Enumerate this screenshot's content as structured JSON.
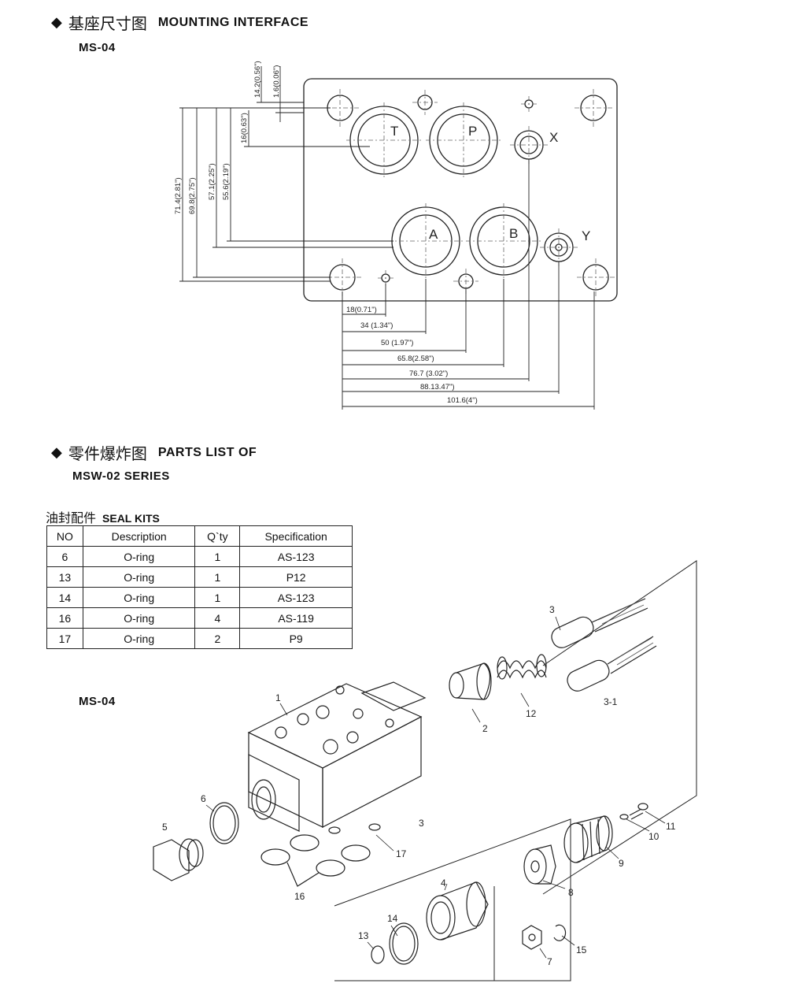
{
  "section1": {
    "diamond": "◆",
    "title_cn": "基座尺寸图",
    "title_en": "MOUNTING INTERFACE",
    "model": "MS-04"
  },
  "mounting": {
    "ports": {
      "T": "T",
      "P": "P",
      "A": "A",
      "B": "B",
      "X": "X",
      "Y": "Y"
    },
    "vertical_dims": [
      "14.2(0.56\")",
      "1.6(0.06\")",
      "16(0.63\")",
      "55.6(2.19\")",
      "57.1(2.25\")",
      "69.8(2.75\")",
      "71.4(2.81\")"
    ],
    "horizontal_dims": [
      "18(0.71\")",
      "34 (1.34\")",
      "50 (1.97\")",
      "65.8(2.58\")",
      "76.7 (3.02\")",
      "88.13.47\")",
      "101.6(4\")"
    ]
  },
  "section2": {
    "diamond": "◆",
    "title_cn": "零件爆炸图",
    "title_en": "PARTS LIST OF",
    "series": "MSW-02 SERIES"
  },
  "seal_kits": {
    "title_cn": "油封配件",
    "title_en": "SEAL KITS",
    "headers": [
      "NO",
      "Description",
      "Q`ty",
      "Specification"
    ],
    "rows": [
      [
        "6",
        "O-ring",
        "1",
        "AS-123"
      ],
      [
        "13",
        "O-ring",
        "1",
        "P12"
      ],
      [
        "14",
        "O-ring",
        "1",
        "AS-123"
      ],
      [
        "16",
        "O-ring",
        "4",
        "AS-119"
      ],
      [
        "17",
        "O-ring",
        "2",
        "P9"
      ]
    ]
  },
  "exploded": {
    "model": "MS-04",
    "labels": [
      "1",
      "2",
      "3",
      "3-1",
      "3",
      "4",
      "5",
      "6",
      "7",
      "8",
      "9",
      "10",
      "11",
      "12",
      "13",
      "14",
      "15",
      "16",
      "17"
    ]
  }
}
